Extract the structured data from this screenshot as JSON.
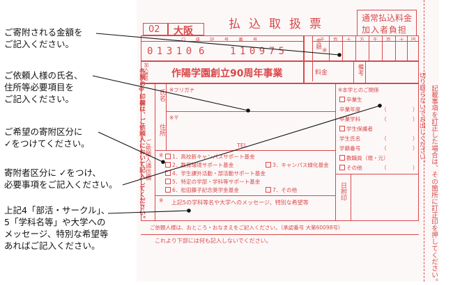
{
  "notes": [
    "ご寄附される金額を\nご記入ください。",
    "ご依頼人様の氏名、\n住所等必要項目を\nご記入ください。",
    "ご希望の寄附区分に\n✓をつけてください。",
    "寄附者区分に ✓をつけ、\n必要事項をご記入ください。",
    "上記4「部活・サークル」、\n5「学科名等」や大学への\nメッセージ、特別な希望等\nあればご記入ください。"
  ],
  "form": {
    "title": "払込取扱票",
    "header_box": [
      "通常払込料金",
      "加入者負担"
    ],
    "office_code": "02",
    "office_name": "大阪",
    "account_label_small": "口 座 記 号 番 号",
    "account_left": "01310",
    "account_mid": "6",
    "account_right": "110975",
    "amount_label": "金額",
    "amount_units": [
      "千",
      "百",
      "十",
      "万",
      "千",
      "百",
      "十",
      "円"
    ],
    "amount_mark": "※",
    "payee_label": "加入者名",
    "payee_name": "作陽学園創立90周年事業",
    "fee_label": "料金",
    "remarks_label": "備考",
    "name_label": "氏名",
    "furigana": "※フリガナ",
    "address_label": "住所",
    "postal_mark": "※〒",
    "tel_label": "TEL",
    "left_vertical": "各票の※印欄は、ご依頼人において記入してください。",
    "side_vertical": "ご依頼人通信欄",
    "relation_title": "※本学とのご関係",
    "relation_options": [
      "卒業生",
      "卒業年度",
      "卒業学科",
      "学生保護者",
      "学生氏名",
      "学籍番号",
      "教職員（現・元）",
      "その他"
    ],
    "relation_paren": [
      "（",
      "）"
    ],
    "donation_options": [
      "1．高校新キャンパスサポート基金",
      "2．教育環境サポート基金",
      "3．キャンパス緑化基金",
      "4．学生課外活動・部活動サポート基金",
      "5．特定の学部・学科等サポート基金",
      "6．松田藤子記念奨学金基金",
      "7．その他"
    ],
    "message_label": "上記5の学科等名や大学へのメッセージ、特別な希望等",
    "date_label": "日附印",
    "bottom_note1": "ご依頼人様は、おところ・おなまえをご記入ください。（承認番号 大第60098号）",
    "bottom_note2": "これより下部には何も記入しないでください。",
    "right_vertical1": "記載事項を訂正した場合は、その箇所に訂正印を押してください。",
    "right_vertical2": "切り取らないでお出しください。"
  },
  "colors": {
    "form_red": "#d8484a",
    "text": "#111111",
    "form_bg": "#fdf8f8"
  }
}
